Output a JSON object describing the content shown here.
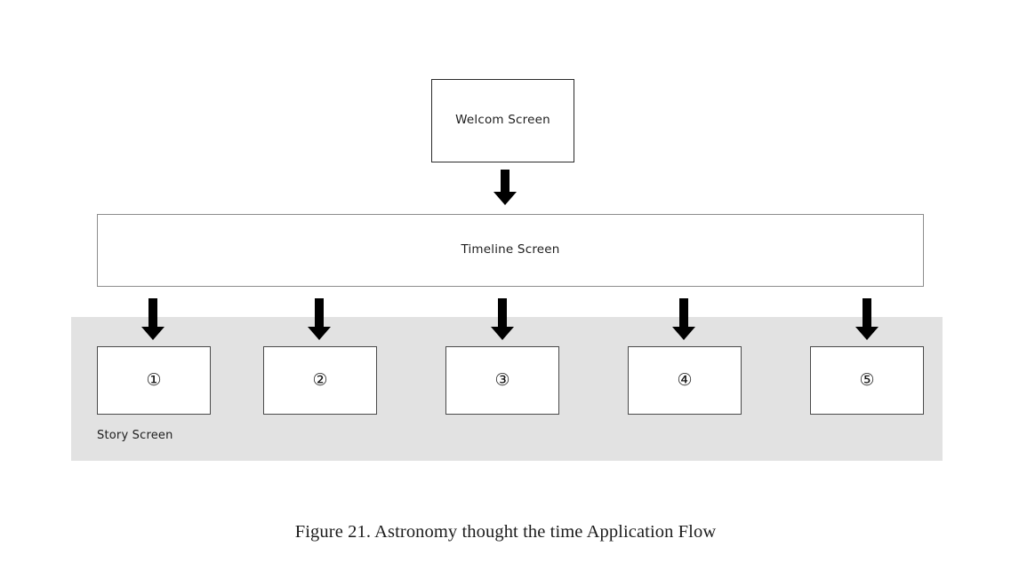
{
  "figure": {
    "caption": "Figure 21. Astronomy thought the time Application Flow"
  },
  "diagram": {
    "type": "flow",
    "background": "#ffffff",
    "band_color": "#e2e2e2",
    "arrow_color": "#000000",
    "nodes": {
      "welcome": {
        "label": "Welcom Screen",
        "border_color": "#2a2a2a"
      },
      "timeline": {
        "label": "Timeline Screen",
        "border_color": "#8d8d8d"
      }
    },
    "story_group": {
      "label": "Story Screen",
      "border_color": "#4a4a4a",
      "screens": [
        {
          "number": "①"
        },
        {
          "number": "②"
        },
        {
          "number": "③"
        },
        {
          "number": "④"
        },
        {
          "number": "⑤"
        }
      ]
    },
    "arrows": [
      {
        "name": "welcome-to-timeline"
      },
      {
        "name": "timeline-to-story-1"
      },
      {
        "name": "timeline-to-story-2"
      },
      {
        "name": "timeline-to-story-3"
      },
      {
        "name": "timeline-to-story-4"
      },
      {
        "name": "timeline-to-story-5"
      }
    ]
  }
}
